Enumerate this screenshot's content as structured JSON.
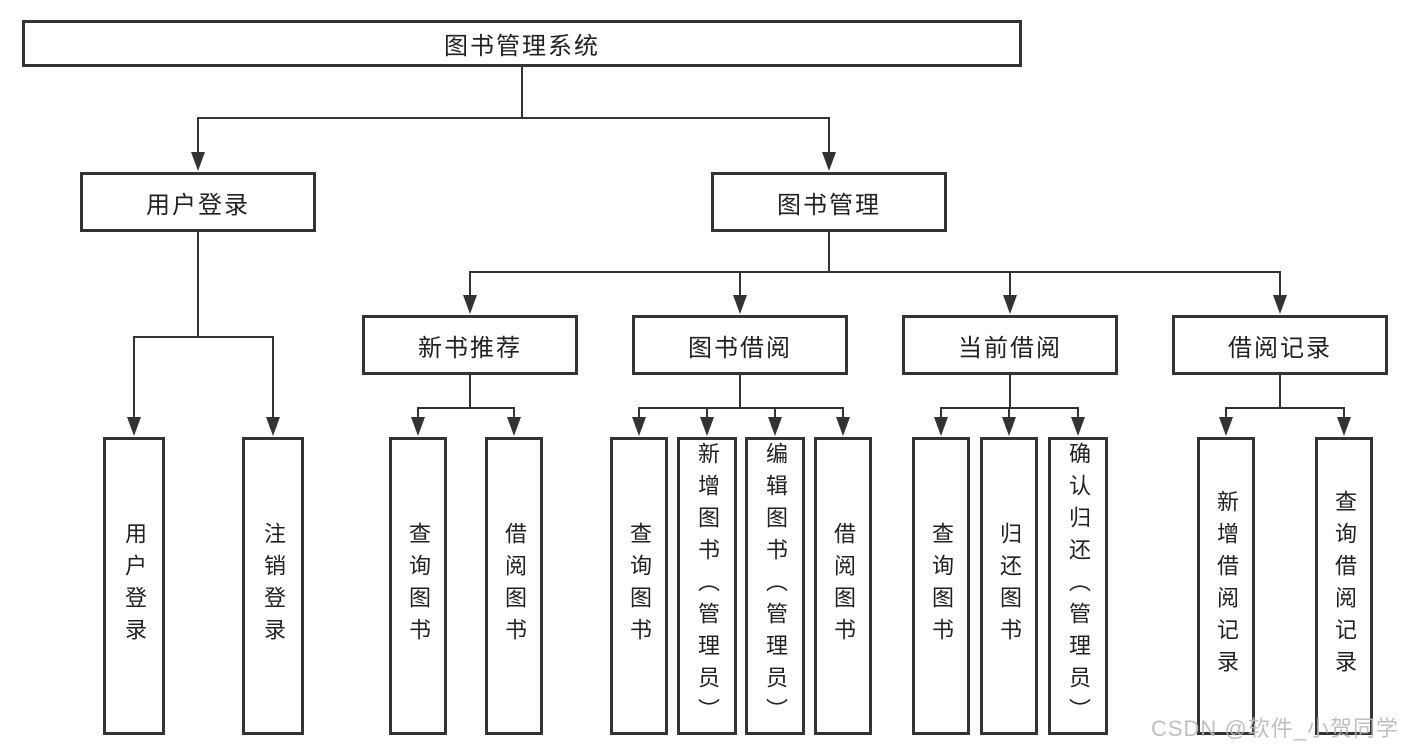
{
  "diagram": {
    "title": "图书管理系统",
    "root": {
      "label": "图书管理系统"
    },
    "level2": [
      {
        "label": "用户登录"
      },
      {
        "label": "图书管理"
      }
    ],
    "level3": [
      {
        "label": "新书推荐"
      },
      {
        "label": "图书借阅"
      },
      {
        "label": "当前借阅"
      },
      {
        "label": "借阅记录"
      }
    ],
    "leaves": [
      {
        "label": "用户登录",
        "parent": "用户登录"
      },
      {
        "label": "注销登录",
        "parent": "用户登录"
      },
      {
        "label": "查询图书",
        "parent": "新书推荐"
      },
      {
        "label": "借阅图书",
        "parent": "新书推荐"
      },
      {
        "label": "查询图书",
        "parent": "图书借阅"
      },
      {
        "label": "新增图书（管理员）",
        "parent": "图书借阅"
      },
      {
        "label": "编辑图书（管理员）",
        "parent": "图书借阅"
      },
      {
        "label": "借阅图书",
        "parent": "图书借阅"
      },
      {
        "label": "查询图书",
        "parent": "当前借阅"
      },
      {
        "label": "归还图书",
        "parent": "当前借阅"
      },
      {
        "label": "确认归还（管理员）",
        "parent": "当前借阅"
      },
      {
        "label": "新增借阅记录",
        "parent": "借阅记录"
      },
      {
        "label": "查询借阅记录",
        "parent": "借阅记录"
      }
    ]
  },
  "watermark": {
    "text": "CSDN @软件_小贺同学"
  },
  "colors": {
    "line": "#333333",
    "text": "#212121",
    "watermark": "#b9b9b9",
    "background": "#ffffff"
  }
}
